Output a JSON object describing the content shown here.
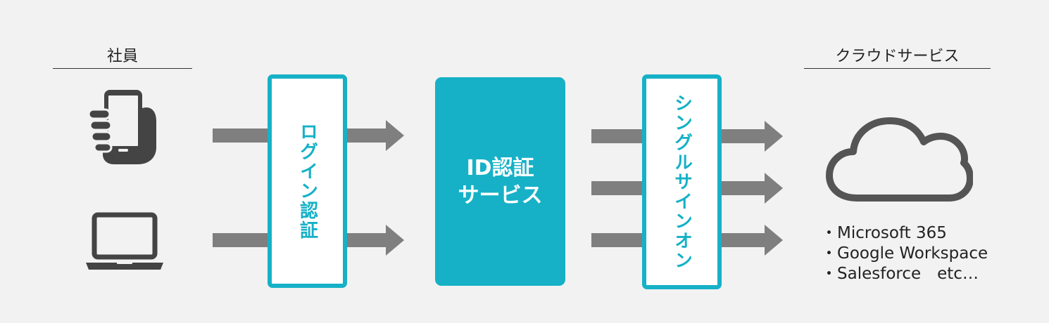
{
  "left_title": "社員",
  "right_title": "クラウドサービス",
  "login_label": "ログイン認証",
  "center_label_line1": "ID認証",
  "center_label_line2": "サービス",
  "sso_label": "シングルサインオン",
  "services": [
    "・Microsoft 365",
    "・Google Workspace",
    "・Salesforce　etc…"
  ],
  "colors": {
    "accent": "#16b1c7",
    "arrow": "#7f7f7f",
    "icon": "#444444",
    "background": "#f2f2f2"
  },
  "icons": [
    "smartphone-in-hand-icon",
    "laptop-icon",
    "cloud-icon"
  ]
}
